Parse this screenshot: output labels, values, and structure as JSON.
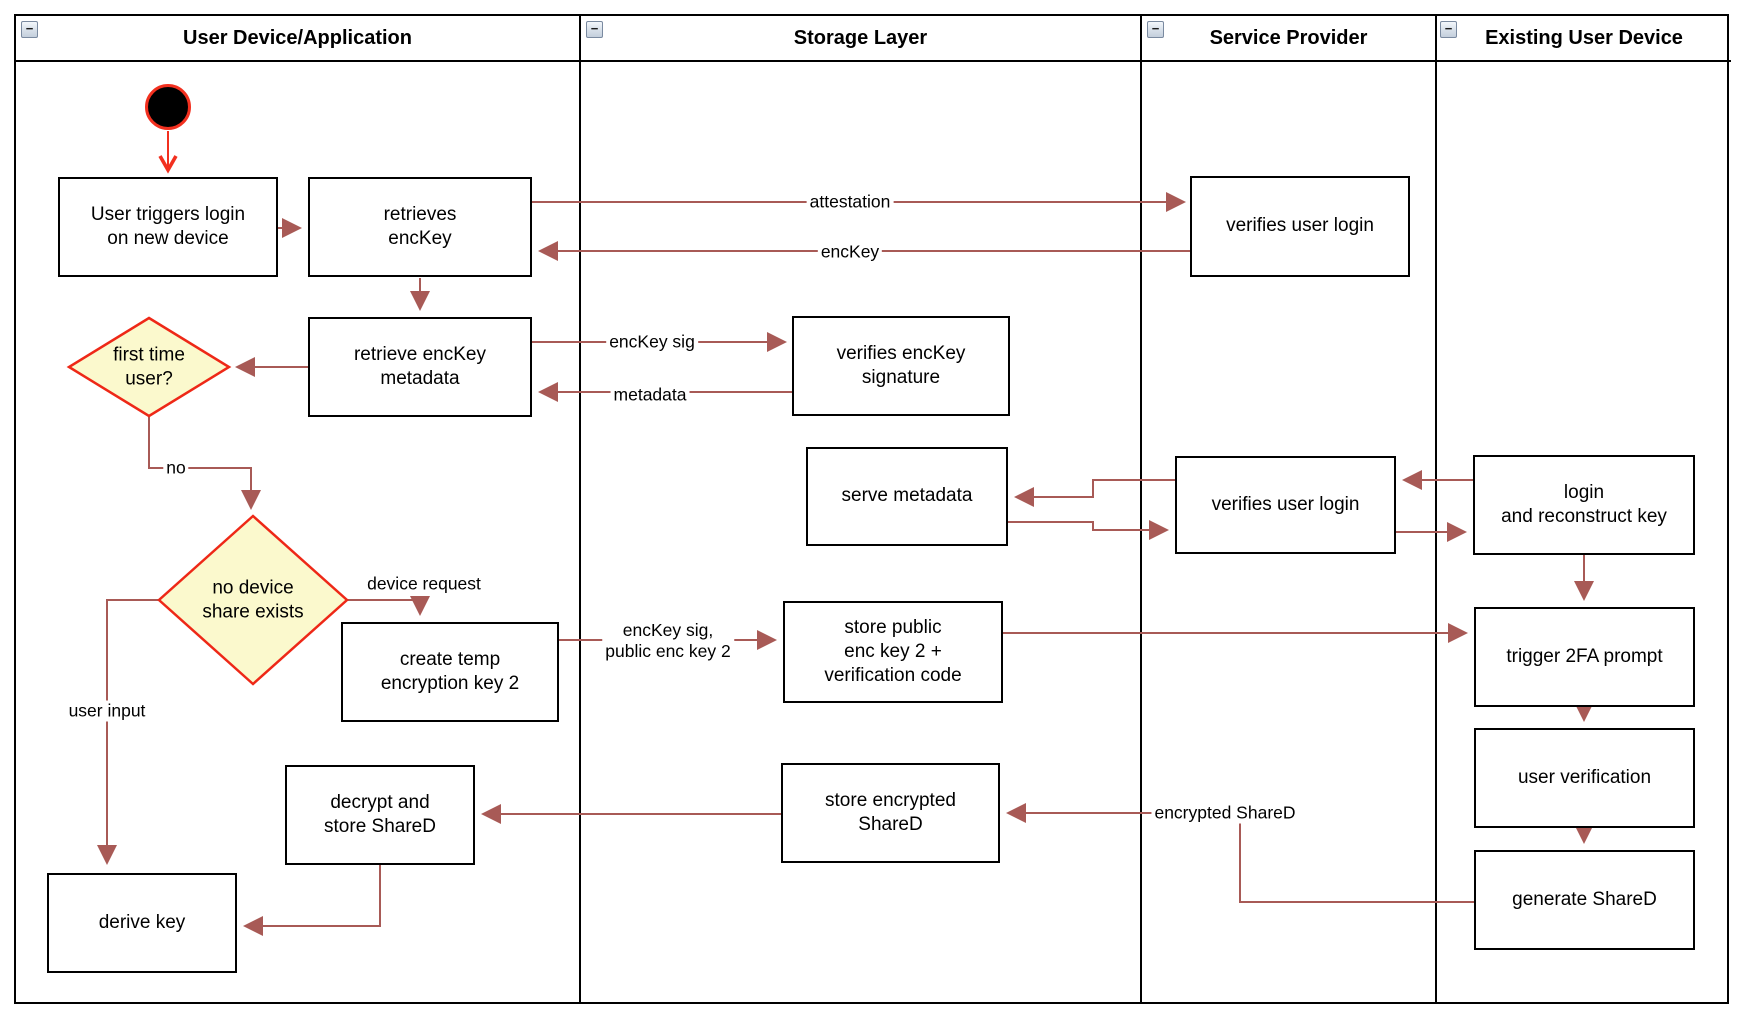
{
  "diagram": {
    "kind": "swimlane activity diagram",
    "collapse_glyph": "−",
    "colors": {
      "edge": "#a85a56",
      "start_accent": "#f2301f",
      "decision_border": "#ee2817",
      "decision_fill": "#fbf9cd",
      "node_border": "#000000",
      "node_fill": "#ffffff"
    },
    "lanes": [
      {
        "title": "User Device/Application"
      },
      {
        "title": "Storage Layer"
      },
      {
        "title": "Service Provider"
      },
      {
        "title": "Existing User Device"
      }
    ],
    "nodes": {
      "user_triggers": {
        "label": "User triggers login\non new device"
      },
      "retrieves_enckey": {
        "label": "retrieves\nencKey"
      },
      "retrieve_metadata": {
        "label": "retrieve encKey\nmetadata"
      },
      "create_temp_key": {
        "label": "create temp\nencryption key 2"
      },
      "decrypt_store_shared": {
        "label": "decrypt and\nstore ShareD"
      },
      "derive_key": {
        "label": "derive key"
      },
      "verifies_signature": {
        "label": "verifies encKey\nsignature"
      },
      "serve_metadata": {
        "label": "serve metadata"
      },
      "store_public_key": {
        "label": "store public\nenc key 2 +\nverification code"
      },
      "store_encrypted_shared": {
        "label": "store encrypted\nShareD"
      },
      "verifies_user_login_top": {
        "label": "verifies user login"
      },
      "verifies_user_login_mid": {
        "label": "verifies user login"
      },
      "login_reconstruct": {
        "label": "login\nand reconstruct key"
      },
      "trigger_2fa": {
        "label": "trigger 2FA prompt"
      },
      "user_verification": {
        "label": "user verification"
      },
      "generate_shared": {
        "label": "generate ShareD"
      }
    },
    "decisions": {
      "first_time_user": {
        "label": "first time\nuser?"
      },
      "no_device_share": {
        "label": "no device\nshare exists"
      }
    },
    "edge_labels": {
      "attestation": "attestation",
      "enckey": "encKey",
      "enckey_sig": "encKey sig",
      "metadata": "metadata",
      "no": "no",
      "device_request": "device request",
      "enckey_sig_public2": "encKey sig,\npublic enc key 2",
      "user_input": "user input",
      "encrypted_shared": "encrypted ShareD"
    }
  }
}
